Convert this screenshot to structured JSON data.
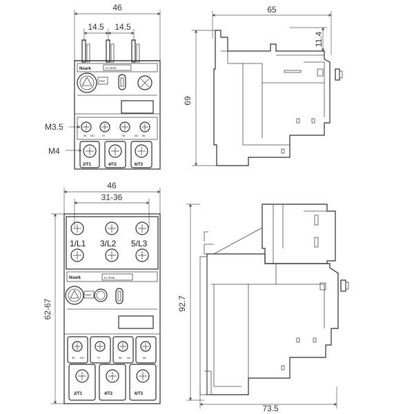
{
  "dimensions": {
    "top_width": "46",
    "top_pitch_1": "14.5",
    "top_pitch_2": "14.5",
    "side_width": "65",
    "side_height": "69",
    "side_step": "11.4",
    "screw_small": "M3.5",
    "screw_large": "M4",
    "bottom_width": "46",
    "bottom_pitch": "31-36",
    "bottom_height": "62-67",
    "bottom_side_height": "92.7",
    "bottom_side_width": "73.5"
  },
  "labels": {
    "brand": "Noark",
    "model": "Ex 9R38",
    "aux_terminals": [
      "95",
      "NO",
      "97",
      "98",
      "NC",
      "96"
    ],
    "load_terminals": [
      "2/T1",
      "4/T2",
      "6/T3"
    ],
    "line_terminals": [
      "1/L1",
      "3/L2",
      "5/L3"
    ],
    "trip": "TRIP"
  }
}
